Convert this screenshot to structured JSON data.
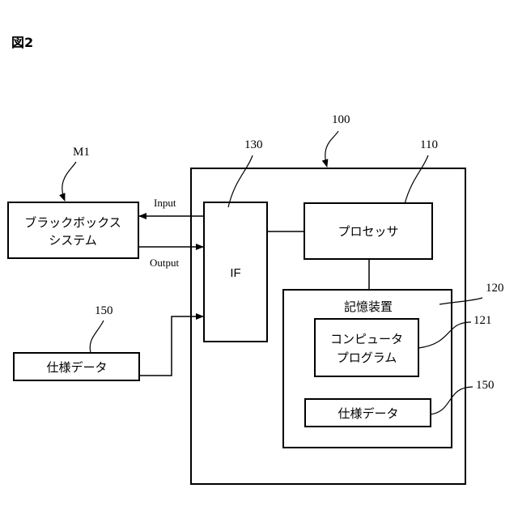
{
  "figure": {
    "title": "図2",
    "ref_device": "100",
    "ref_blackbox": "M1",
    "ref_processor": "110",
    "ref_memory": "120",
    "ref_program": "121",
    "ref_if": "130",
    "ref_spec_external": "150",
    "ref_spec_internal": "150"
  },
  "blocks": {
    "blackbox_line1": "ブラックボックス",
    "blackbox_line2": "システム",
    "interface": "IF",
    "processor": "プロセッサ",
    "memory": "記憶装置",
    "program_line1": "コンピュータ",
    "program_line2": "プログラム",
    "spec_external": "仕様データ",
    "spec_internal": "仕様データ"
  },
  "signals": {
    "input": "Input",
    "output": "Output"
  }
}
